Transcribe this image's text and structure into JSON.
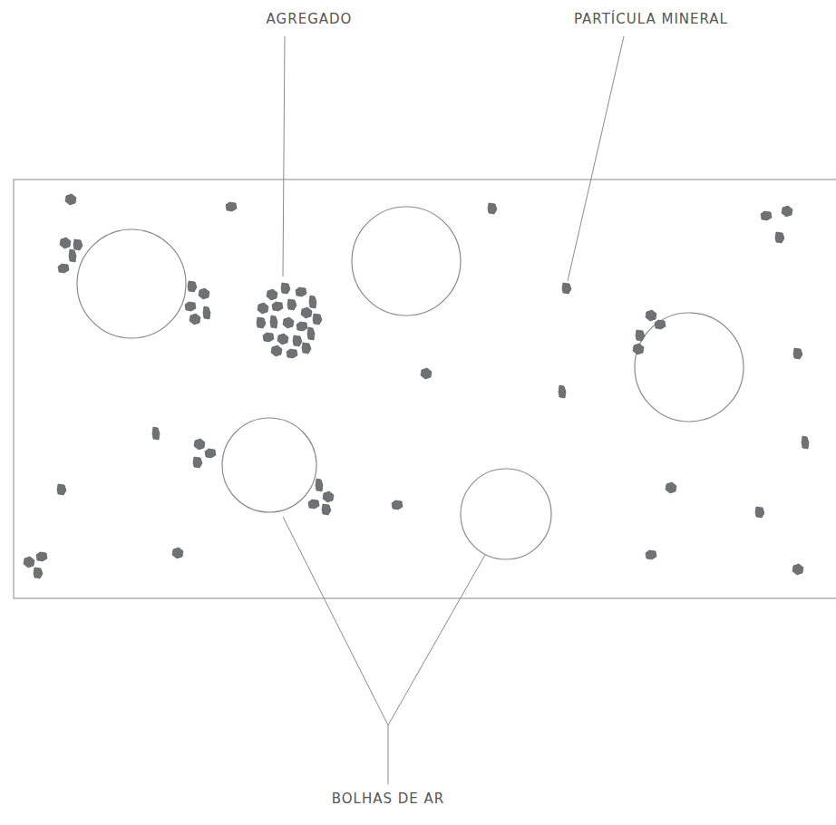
{
  "diagram": {
    "labels": [
      "AGREGADO",
      "PARTÍCULA MINERAL",
      "BOLHAS DE AR"
    ]
  }
}
